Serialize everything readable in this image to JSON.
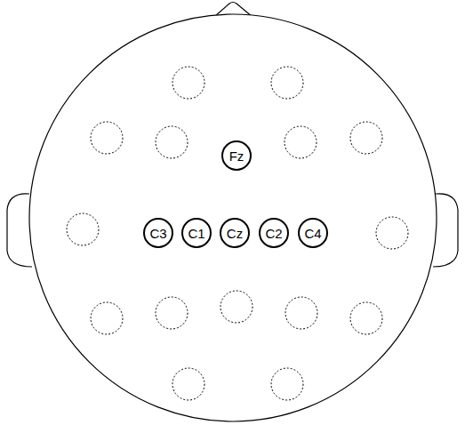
{
  "diagram": {
    "nodes": [
      {
        "text": [
          "Fz"
        ]
      },
      {
        "text": [
          "C3"
        ]
      },
      {
        "text": [
          "C1"
        ]
      },
      {
        "text": [
          "Cz"
        ]
      },
      {
        "text": [
          "C2"
        ]
      },
      {
        "text": [
          "C4"
        ]
      }
    ]
  }
}
